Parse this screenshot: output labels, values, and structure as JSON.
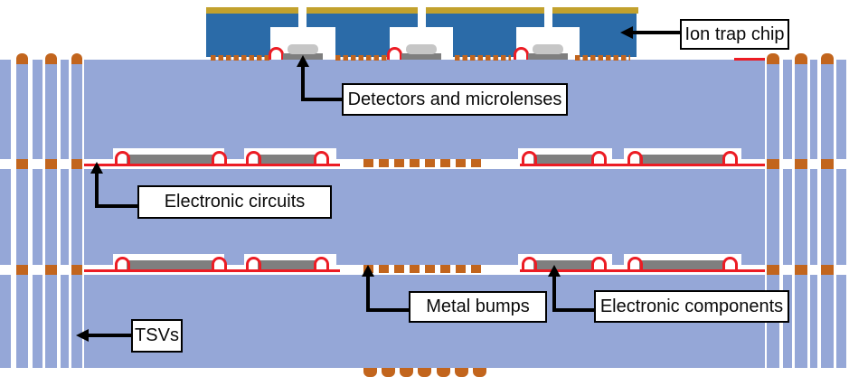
{
  "diagram": {
    "type": "schematic-cross-section",
    "labels": {
      "ion_trap_chip": "Ion trap chip",
      "detectors_microlenses": "Detectors and microlenses",
      "electronic_circuits": "Electronic circuits",
      "tsvs": "TSVs",
      "metal_bumps": "Metal bumps",
      "electronic_components": "Electronic components"
    },
    "colors": {
      "substrate": "#95a7d7",
      "chip": "#2b6ba8",
      "gold": "#c2a12d",
      "bump": "#c2651d",
      "wire": "#ec1c24",
      "component": "#7f7f7f",
      "microlens": "#c6c6c6",
      "label_bg": "#ffffff",
      "label_border": "#000000",
      "arrow": "#000000"
    }
  }
}
